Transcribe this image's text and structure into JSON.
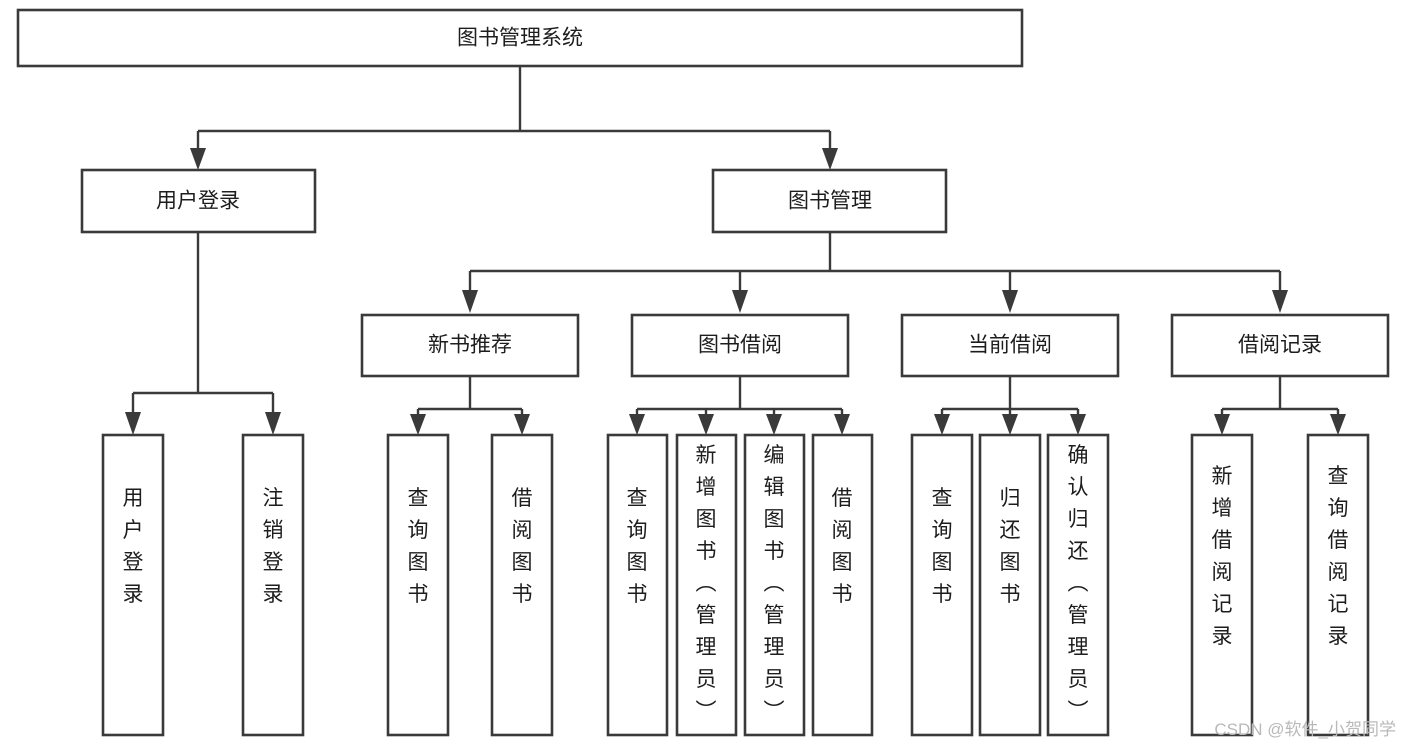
{
  "diagram": {
    "type": "hierarchy-tree",
    "title": "图书管理系统",
    "orientation": "top-down",
    "levels": 4,
    "root": {
      "id": "root",
      "label": "图书管理系统",
      "orientation": "horizontal"
    },
    "level2": [
      {
        "id": "user-login",
        "label": "用户登录",
        "orientation": "horizontal"
      },
      {
        "id": "book-manage",
        "label": "图书管理",
        "orientation": "horizontal"
      }
    ],
    "level3": [
      {
        "id": "new-book-recommend",
        "label": "新书推荐",
        "parent": "book-manage",
        "orientation": "horizontal"
      },
      {
        "id": "book-borrow",
        "label": "图书借阅",
        "parent": "book-manage",
        "orientation": "horizontal"
      },
      {
        "id": "current-borrow",
        "label": "当前借阅",
        "parent": "book-manage",
        "orientation": "horizontal"
      },
      {
        "id": "borrow-record",
        "label": "借阅记录",
        "parent": "book-manage",
        "orientation": "horizontal"
      }
    ],
    "leaves": [
      {
        "id": "leaf-user-login",
        "label": "用户登录",
        "parent": "user-login",
        "orientation": "vertical"
      },
      {
        "id": "leaf-user-logout",
        "label": "注销登录",
        "parent": "user-login",
        "orientation": "vertical"
      },
      {
        "id": "leaf-query-book-1",
        "label": "查询图书",
        "parent": "new-book-recommend",
        "orientation": "vertical"
      },
      {
        "id": "leaf-borrow-book-1",
        "label": "借阅图书",
        "parent": "new-book-recommend",
        "orientation": "vertical"
      },
      {
        "id": "leaf-query-book-2",
        "label": "查询图书",
        "parent": "book-borrow",
        "orientation": "vertical"
      },
      {
        "id": "leaf-add-book",
        "label": "新增图书（管理员）",
        "parent": "book-borrow",
        "orientation": "vertical"
      },
      {
        "id": "leaf-edit-book",
        "label": "编辑图书（管理员）",
        "parent": "book-borrow",
        "orientation": "vertical"
      },
      {
        "id": "leaf-borrow-book-2",
        "label": "借阅图书",
        "parent": "book-borrow",
        "orientation": "vertical"
      },
      {
        "id": "leaf-query-book-3",
        "label": "查询图书",
        "parent": "current-borrow",
        "orientation": "vertical"
      },
      {
        "id": "leaf-return-book",
        "label": "归还图书",
        "parent": "current-borrow",
        "orientation": "vertical"
      },
      {
        "id": "leaf-confirm-return",
        "label": "确认归还（管理员）",
        "parent": "current-borrow",
        "orientation": "vertical"
      },
      {
        "id": "leaf-add-record",
        "label": "新增借阅记录",
        "parent": "borrow-record",
        "orientation": "vertical"
      },
      {
        "id": "leaf-query-record",
        "label": "查询借阅记录",
        "parent": "borrow-record",
        "orientation": "vertical"
      }
    ],
    "colors": {
      "box_stroke": "#3a3a3a",
      "box_fill": "#ffffff",
      "connector": "#3a3a3a",
      "text": "#1d1d1d",
      "background": "#ffffff",
      "watermark": "#b9b9b9"
    }
  },
  "watermark": {
    "text": "CSDN @软件_小贺同学"
  }
}
